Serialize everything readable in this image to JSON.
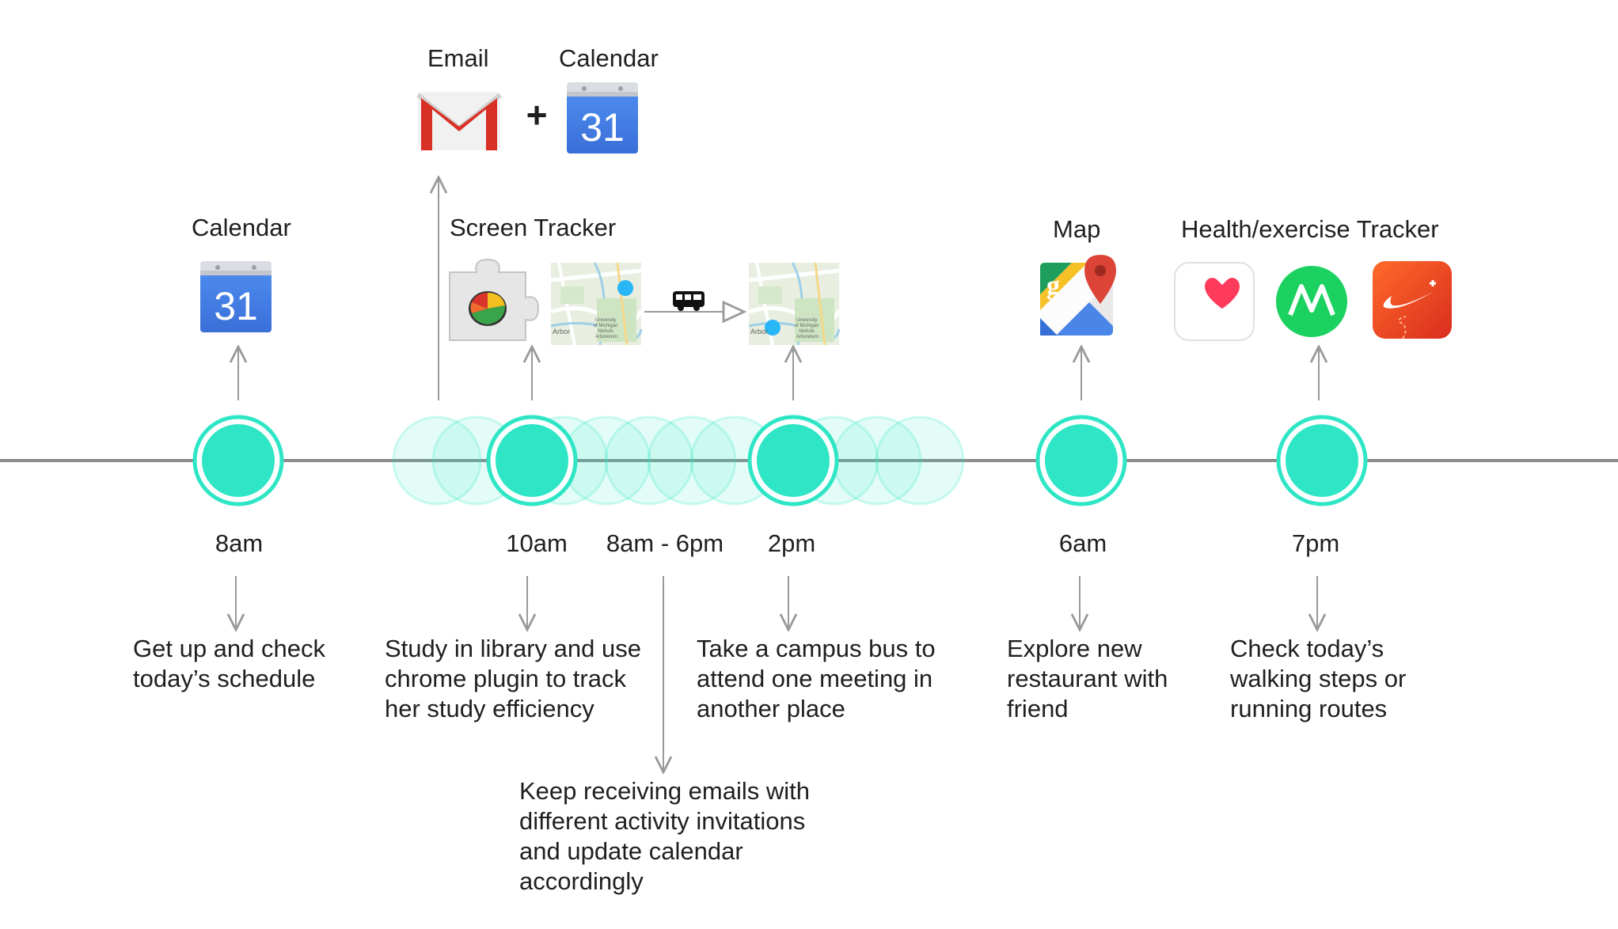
{
  "header": {
    "email_label": "Email",
    "calendar_label_top": "Calendar",
    "plus_sign": "+"
  },
  "stages": [
    {
      "id": "morning",
      "app_label": "Calendar",
      "time": "8am",
      "description": [
        "Get up and check",
        "today’s schedule"
      ],
      "icons": [
        "google-calendar-icon"
      ]
    },
    {
      "id": "library",
      "app_label": "Screen Tracker",
      "time": "10am",
      "description": [
        "Study in library and use",
        "chrome plugin to track",
        "her study efficiency"
      ],
      "icons": [
        "chrome-plugin-icon",
        "map-thumbnail-icon"
      ]
    },
    {
      "id": "allday",
      "time": "8am - 6pm",
      "description": [
        "Keep receiving emails with",
        "different activity invitations",
        "and update calendar",
        "accordingly"
      ],
      "icons": [
        "gmail-icon",
        "google-calendar-icon"
      ]
    },
    {
      "id": "bus",
      "time": "2pm",
      "description": [
        "Take a campus bus to",
        "attend one meeting in",
        "another place"
      ],
      "icons": [
        "bus-icon",
        "map-thumbnail-icon"
      ]
    },
    {
      "id": "dinner",
      "app_label": "Map",
      "time": "6am",
      "description": [
        "Explore new",
        "restaurant with",
        "friend"
      ],
      "icons": [
        "google-maps-icon"
      ]
    },
    {
      "id": "evening",
      "app_label": "Health/exercise Tracker",
      "time": "7pm",
      "description": [
        "Check today’s",
        "walking steps or",
        "running routes"
      ],
      "icons": [
        "apple-health-icon",
        "moves-app-icon",
        "nike-plus-icon"
      ]
    }
  ],
  "map_text": {
    "place": "Arbor",
    "arboretum": [
      "University",
      "of Michigan",
      "Nichols",
      "Arboretum"
    ]
  },
  "calendar_day": "31",
  "colors": {
    "accent": "#2ee6c5",
    "node_ring": "#2ee6c5",
    "timeline": "#8c8c8c",
    "arrow": "#9a9a9a"
  }
}
